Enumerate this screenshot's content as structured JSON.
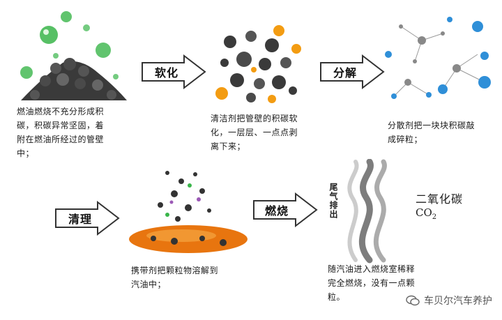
{
  "steps": {
    "soften": {
      "arrow_label": "软化",
      "caption": [
        "清洁剂把管壁的积碳软",
        "化，一层层、一点点剥",
        "离下来；"
      ]
    },
    "decompose": {
      "arrow_label": "分解",
      "caption": [
        "分散剂把一块块积碳敲",
        "成碎粒；"
      ]
    },
    "clean": {
      "arrow_label": "清理",
      "caption": [
        "携带剂把颗粒物溶解到",
        "汽油中；"
      ]
    },
    "burn": {
      "arrow_label": "燃烧",
      "caption": [
        "随汽油进入燃烧室稀释",
        "完全燃烧，没有一点颗",
        "粒。"
      ]
    }
  },
  "intro_caption": [
    "燃油燃烧不充分形成积",
    "碳，积碳异常坚固，着",
    "附在燃油所经过的管壁",
    "中；"
  ],
  "exhaust": {
    "label": "尾气排出",
    "product": "二氧化碳",
    "formula_main": "CO",
    "formula_sub": "2"
  },
  "watermark": {
    "text": "车贝尔汽车养护"
  },
  "colors": {
    "carbon": "#3a3a3a",
    "green": "#39b54a",
    "orange": "#f39c12",
    "blue": "#2f8fd8",
    "fuel": "#e8750f"
  }
}
